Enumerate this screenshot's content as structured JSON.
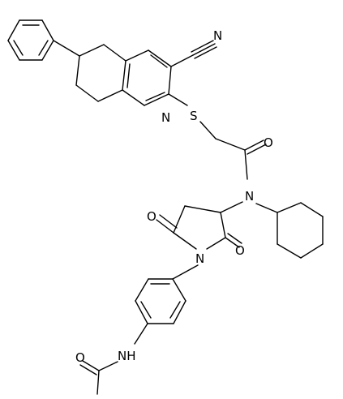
{
  "molecule": {
    "atoms": {
      "n_cyano": "N",
      "n_pyridine": "N",
      "s_thioether": "S",
      "o_amide": "O",
      "n_amide": "N",
      "o_left_carbonyl": "O",
      "o_right_carbonyl": "O",
      "n_succinimide": "N",
      "o_acetamide": "O",
      "nh_acetamide": "NH"
    }
  }
}
